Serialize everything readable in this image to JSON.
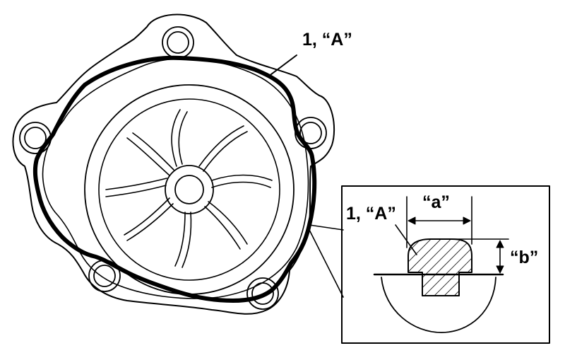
{
  "labels": {
    "main_callout": "1, “A”",
    "inset_callout": "1, “A”",
    "dim_a": "“a”",
    "dim_b": "“b”"
  },
  "colors": {
    "ink": "#000000",
    "paper": "#ffffff"
  }
}
